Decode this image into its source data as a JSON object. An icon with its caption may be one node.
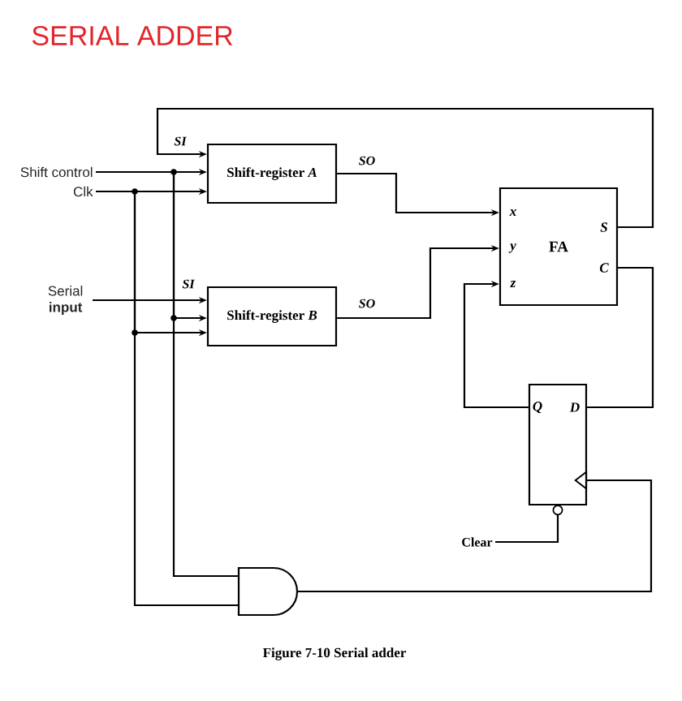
{
  "diagram": {
    "title": "SERIAL ADDER",
    "caption": "Figure 7-10 Serial adder",
    "nodes": [
      {
        "text": [
          "Shift control"
        ]
      },
      {
        "text": [
          "Clk"
        ]
      },
      {
        "text": [
          "Shift-register *A*"
        ]
      },
      {
        "text": [
          "Serial **input**"
        ]
      },
      {
        "text": [
          "Shift-register *B*"
        ]
      },
      {
        "text": [
          "FA",
          "x",
          "y",
          "z",
          "S",
          "C"
        ]
      },
      {
        "text": [
          "Q",
          "D"
        ]
      },
      {
        "text": [
          "Clear"
        ]
      },
      {
        "text": [],
        "shape": "gate"
      }
    ],
    "edges": [
      {
        "from": 0,
        "to": 2,
        "arrow": "to"
      },
      {
        "from": 0,
        "to": 4,
        "arrow": "to"
      },
      {
        "from": 0,
        "to": 8,
        "arrow": "none"
      },
      {
        "from": 1,
        "to": 2,
        "arrow": "to"
      },
      {
        "from": 1,
        "to": 4,
        "arrow": "to"
      },
      {
        "from": 1,
        "to": 8,
        "arrow": "none"
      },
      {
        "from": 5,
        "to": 2,
        "arrow": "to",
        "label": "SI"
      },
      {
        "from": 3,
        "to": 4,
        "arrow": "to",
        "label": "SI"
      },
      {
        "from": 2,
        "to": 5,
        "arrow": "to",
        "label": "SO"
      },
      {
        "from": 4,
        "to": 5,
        "arrow": "to",
        "label": "SO"
      },
      {
        "from": 6,
        "to": 5,
        "arrow": "to"
      },
      {
        "from": 5,
        "to": 6,
        "arrow": "none"
      },
      {
        "from": 8,
        "to": 6,
        "arrow": "to"
      },
      {
        "from": 7,
        "to": 6,
        "arrow": "none"
      }
    ]
  }
}
